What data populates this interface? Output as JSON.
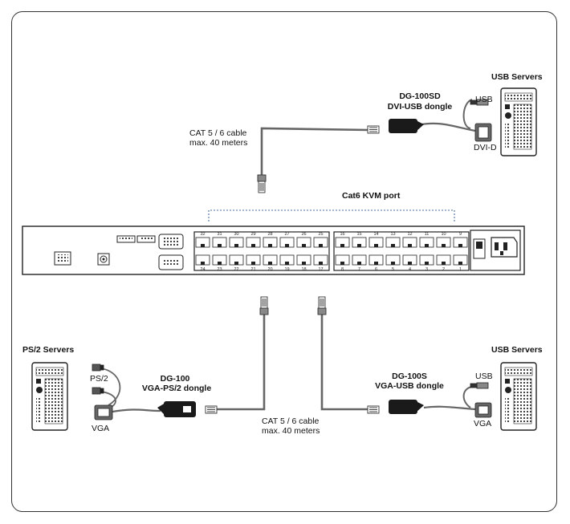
{
  "top": {
    "server_title": "USB Servers",
    "dongle_model": "DG-100SD",
    "dongle_desc": "DVI-USB dongle",
    "cable_line1": "CAT 5 / 6 cable",
    "cable_line2": "max. 40 meters",
    "port_usb": "USB",
    "port_video": "DVI-D"
  },
  "switch": {
    "kvm_port_label": "Cat6 KVM port",
    "top_row_ports": [
      "32",
      "31",
      "30",
      "29",
      "28",
      "27",
      "26",
      "25",
      "16",
      "15",
      "14",
      "13",
      "12",
      "11",
      "10",
      "9"
    ],
    "bottom_row_ports": [
      "24",
      "23",
      "22",
      "21",
      "20",
      "19",
      "18",
      "17",
      "8",
      "7",
      "6",
      "5",
      "4",
      "3",
      "2",
      "1"
    ]
  },
  "left": {
    "server_title": "PS/2 Servers",
    "dongle_model": "DG-100",
    "dongle_desc": "VGA-PS/2 dongle",
    "port_ps2": "PS/2",
    "port_video": "VGA"
  },
  "bottom": {
    "cable_line1": "CAT 5 / 6 cable",
    "cable_line2": "max. 40 meters"
  },
  "right": {
    "server_title": "USB Servers",
    "dongle_model": "DG-100S",
    "dongle_desc": "VGA-USB dongle",
    "port_usb": "USB",
    "port_video": "VGA"
  }
}
